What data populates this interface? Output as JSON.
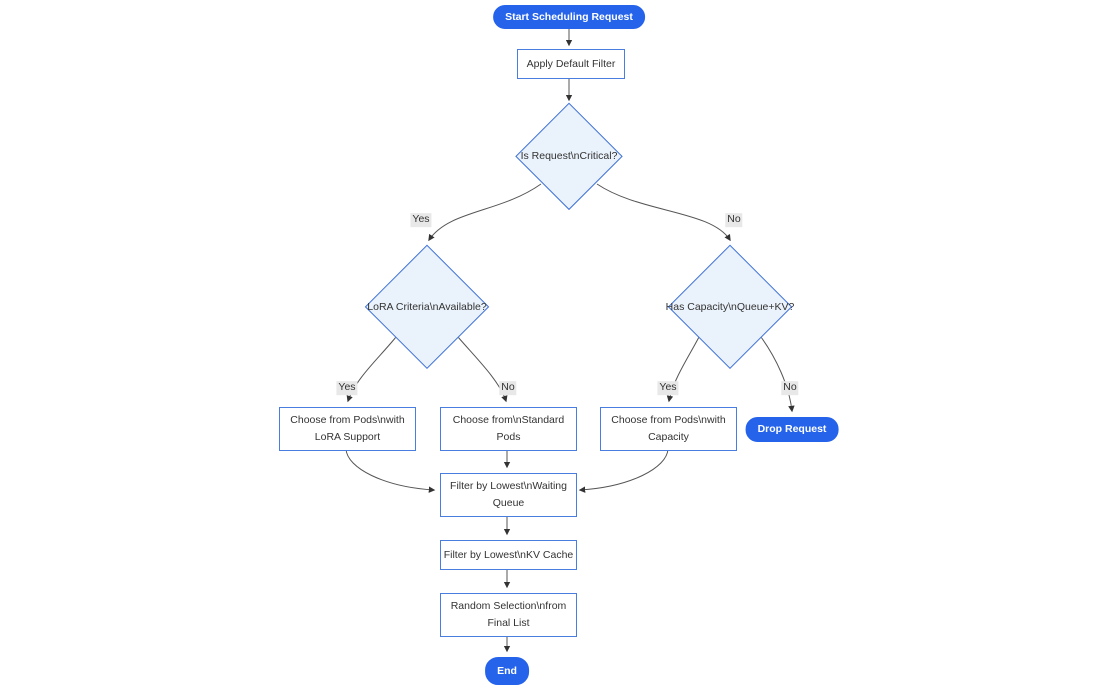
{
  "diagram": {
    "type": "flowchart",
    "nodes": {
      "start": {
        "shape": "stadium",
        "label": "Start Scheduling Request"
      },
      "apply_filter": {
        "shape": "rect",
        "lines": [
          "Apply Default Filter"
        ]
      },
      "is_critical": {
        "shape": "decision",
        "label": "Is Request\\nCritical?"
      },
      "lora_available": {
        "shape": "decision",
        "label": "LoRA Criteria\\nAvailable?"
      },
      "has_capacity": {
        "shape": "decision",
        "label": "Has Capacity\\nQueue+KV?"
      },
      "choose_lora": {
        "shape": "rect",
        "lines": [
          "Choose from Pods\\nwith",
          "LoRA Support"
        ]
      },
      "choose_standard": {
        "shape": "rect",
        "lines": [
          "Choose from\\nStandard",
          "Pods"
        ]
      },
      "choose_capacity": {
        "shape": "rect",
        "lines": [
          "Choose from Pods\\nwith",
          "Capacity"
        ]
      },
      "drop_request": {
        "shape": "stadium",
        "label": "Drop Request"
      },
      "filter_waiting": {
        "shape": "rect",
        "lines": [
          "Filter by Lowest\\nWaiting",
          "Queue"
        ]
      },
      "filter_kv": {
        "shape": "rect",
        "lines": [
          "Filter by Lowest\\nKV Cache"
        ]
      },
      "random_selection": {
        "shape": "rect",
        "lines": [
          "Random Selection\\nfrom",
          "Final List"
        ]
      },
      "end": {
        "shape": "stadium",
        "label": "End"
      }
    },
    "edge_labels": {
      "critical_yes": "Yes",
      "critical_no": "No",
      "lora_yes": "Yes",
      "lora_no": "No",
      "capacity_yes": "Yes",
      "capacity_no": "No"
    },
    "colors": {
      "stadium_fill": "#2563eb",
      "stadium_text": "#ffffff",
      "rect_fill": "#ffffff",
      "rect_border": "#4a7de0",
      "decision_fill": "#eaf2fb",
      "decision_border": "#3e71d9",
      "node_text": "#333333",
      "edge_line": "#555555",
      "arrowhead": "#333333",
      "edge_label_bg": "#e8e8e8"
    }
  }
}
